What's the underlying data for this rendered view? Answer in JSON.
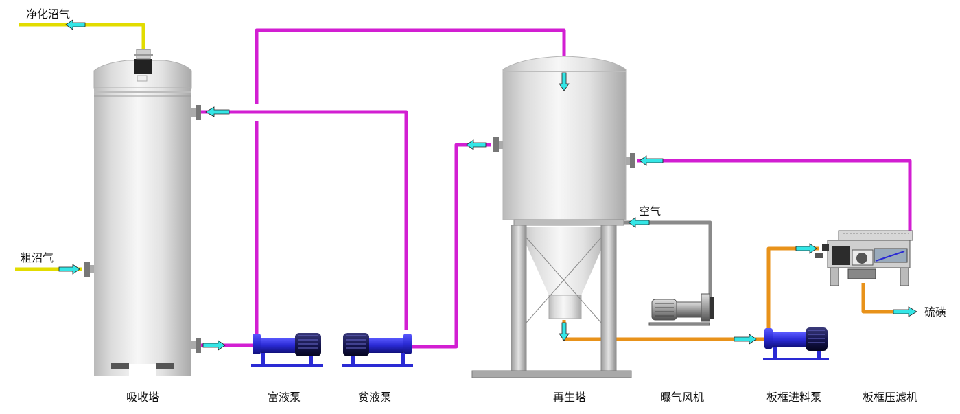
{
  "labels": {
    "purified_biogas": "净化沼气",
    "raw_biogas": "粗沼气",
    "air": "空气",
    "sulfur": "硫磺"
  },
  "equipment": {
    "absorber": "吸收塔",
    "rich_pump": "富液泵",
    "lean_pump": "贫液泵",
    "regenerator": "再生塔",
    "aerator_fan": "曝气风机",
    "filter_feed_pump": "板框进料泵",
    "filter_press": "板框压滤机"
  },
  "colors": {
    "biogas_line": "#e2dc00",
    "solution_line": "#d21ed2",
    "slurry_line": "#e8921a",
    "air_line": "#888888",
    "flow_arrow": "#34e6e6",
    "pump_blue": "#2727c9",
    "vessel_grey": "#d8d8d8"
  }
}
